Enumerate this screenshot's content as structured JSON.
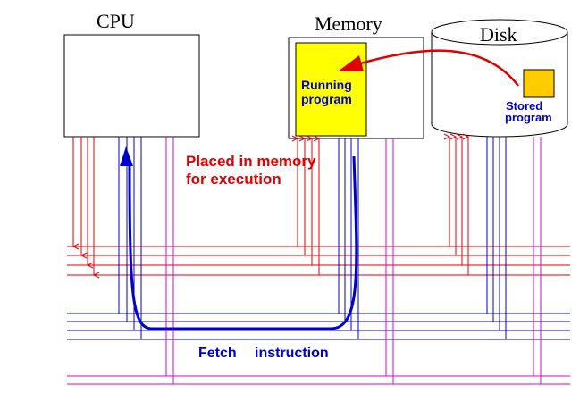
{
  "labels": {
    "cpu": "CPU",
    "memory": "Memory",
    "disk": "Disk",
    "running_program_line1": "Running",
    "running_program_line2": "program",
    "stored_program_line1": "Stored",
    "stored_program_line2": "program",
    "placed_line1": "Placed in memory",
    "placed_line2": "for execution",
    "fetch_word1": "Fetch",
    "fetch_word2": "instruction"
  },
  "colors": {
    "control_bus": "#e00000",
    "data_bus": "#0000cc",
    "address_bus": "#dd00dd",
    "program_fill": "#ffff00",
    "stored_fill": "#ffcc00",
    "placed_text": "#e00000",
    "fetch_text": "#0000cc"
  }
}
